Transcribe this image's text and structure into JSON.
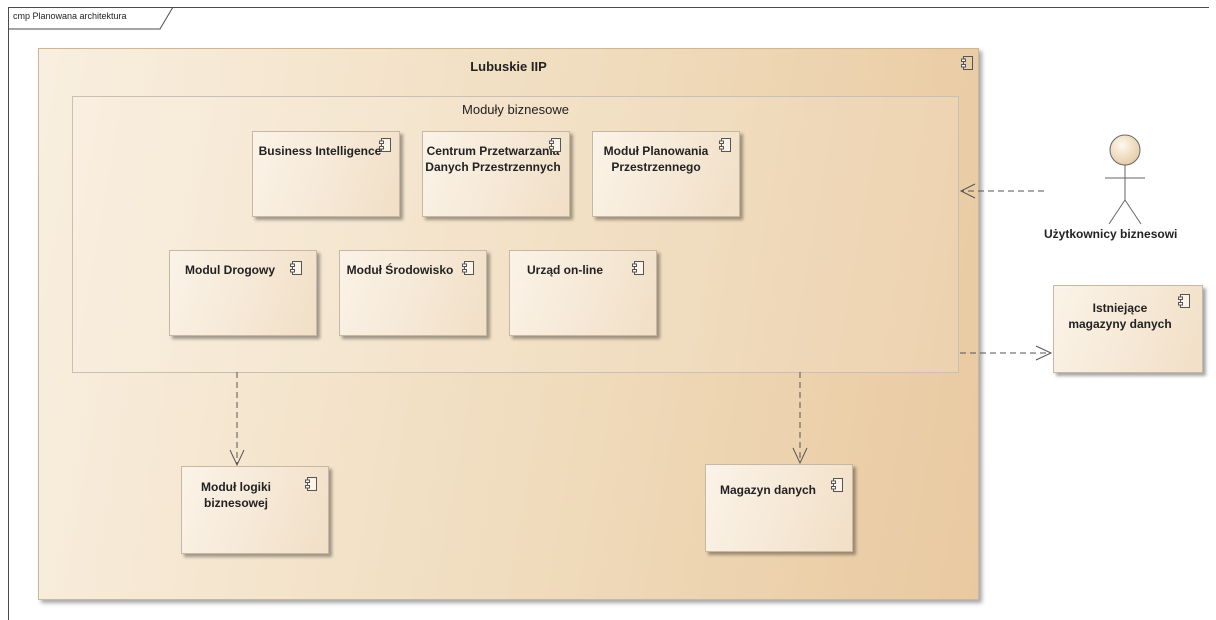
{
  "diagram": {
    "frame_title": "cmp Planowana architektura",
    "system": {
      "title": "Lubuskie IIP",
      "package_title": "Moduły biznesowe",
      "modules_row1": [
        {
          "label": "Business Intelligence"
        },
        {
          "label": "Centrum Przetwarzania Danych Przestrzennych"
        },
        {
          "label": "Moduł Planowania\nPrzestrzennego"
        }
      ],
      "modules_row2": [
        {
          "label": "Modul Drogowy"
        },
        {
          "label": "Moduł Środowisko"
        },
        {
          "label": "Urząd on-line"
        }
      ],
      "bottom_components": [
        {
          "label": "Moduł logiki\nbiznesowej"
        },
        {
          "label": "Magazyn danych"
        }
      ]
    },
    "actor": {
      "label": "Użytkownicy biznesowi"
    },
    "external_component": {
      "label": "Istniejące\nmagazyny danych"
    },
    "colors": {
      "component_fill": "#f1dfc6",
      "system_fill": "#f0dcbd",
      "line": "#555555"
    }
  }
}
